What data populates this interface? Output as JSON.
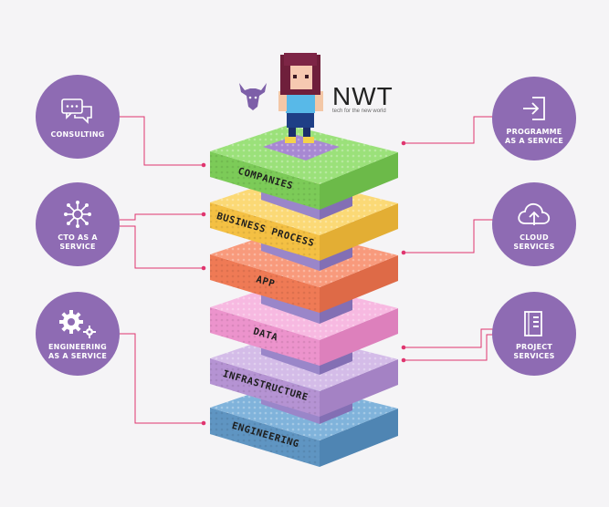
{
  "brand": {
    "name": "NWT",
    "tagline": "tech for the new world"
  },
  "layers": [
    "COMPANIES",
    "BUSINESS PROCESS",
    "APP",
    "DATA",
    "INFRASTRUCTURE",
    "ENGINEERING"
  ],
  "left_services": [
    {
      "label": "CONSULTING",
      "icon": "chat-bubbles-icon"
    },
    {
      "label": "CTO AS A\nSERVICE",
      "icon": "network-hub-icon"
    },
    {
      "label": "ENGINEERING\nAS A SERVICE",
      "icon": "gears-icon"
    }
  ],
  "right_services": [
    {
      "label": "PROGRAMME\nAS A SERVICE",
      "icon": "login-arrow-icon"
    },
    {
      "label": "CLOUD\nSERVICES",
      "icon": "cloud-upload-icon"
    },
    {
      "label": "PROJECT\nSERVICES",
      "icon": "document-icon"
    }
  ],
  "colors": {
    "circle": "#8e6bb3",
    "connector": "#e0356f",
    "companies": "#8fdc6a",
    "business_process": "#f8cd5a",
    "app": "#f58a67",
    "data": "#f5a9d9",
    "infrastructure": "#c6a9dc",
    "engineering": "#6da4cf"
  }
}
